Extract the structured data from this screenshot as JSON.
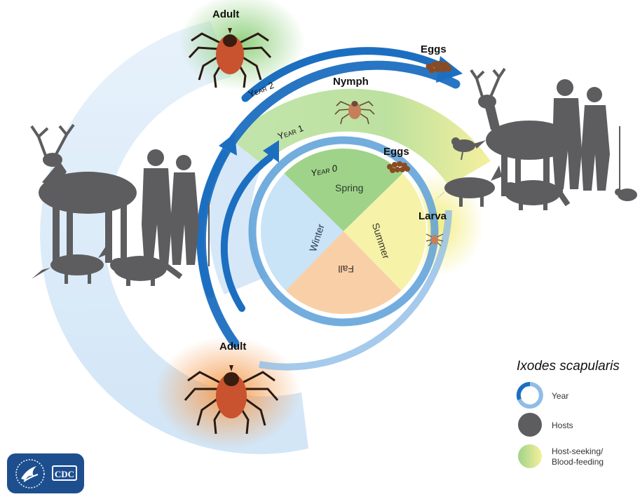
{
  "title": "Ixodes scapularis",
  "year_labels": {
    "year0": "Year 0",
    "year1": "Year 1",
    "year2": "Year 2"
  },
  "seasons": {
    "spring": "Spring",
    "summer": "Summer",
    "fall": "Fall",
    "winter": "Winter"
  },
  "stages": {
    "adult_top": "Adult",
    "eggs_top": "Eggs",
    "nymph": "Nymph",
    "eggs_inner": "Eggs",
    "larva": "Larva",
    "adult_bottom": "Adult"
  },
  "legend": {
    "title": "Ixodes scapularis",
    "items": [
      {
        "label": "Year",
        "icon": "year-arc-icon"
      },
      {
        "label": "Hosts",
        "icon": "host-circle-icon"
      },
      {
        "label_line1": "Host-seeking/",
        "label_line2": "Blood-feeding",
        "icon": "gradient-circle-icon"
      }
    ]
  },
  "logos": {
    "agency": "CDC",
    "icon": "hhs-eagle-icon"
  },
  "colors": {
    "winter": "#c9e3f7",
    "spring": "#9fd38a",
    "summer": "#f6f2a8",
    "fall": "#f8cfa7",
    "year_arrow": "#1c6fc0",
    "host_silhouette": "#5d5d5f",
    "tick_body": "#b94a2c"
  }
}
